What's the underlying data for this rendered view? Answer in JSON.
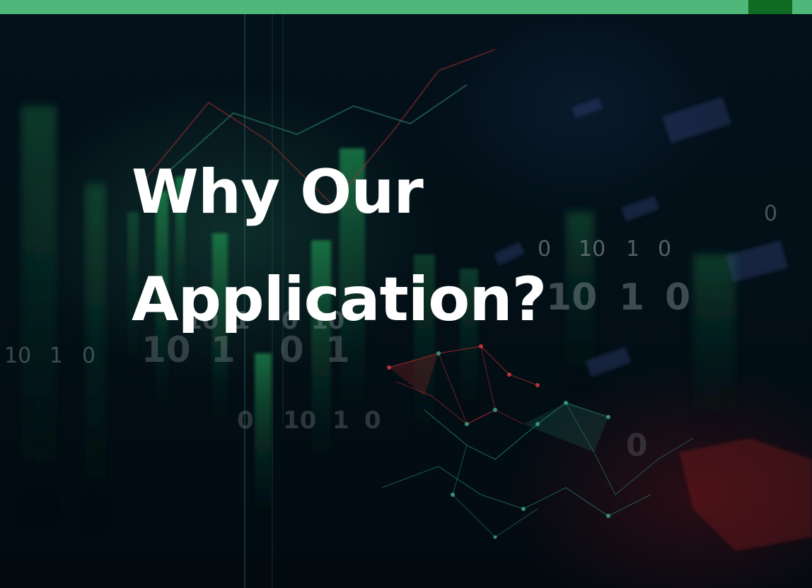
{
  "hero": {
    "title_line_1": "Why Our",
    "title_line_2": "Application?"
  },
  "background_digits": [
    "10",
    "1",
    "0",
    "10",
    "1",
    "0",
    "0",
    "10",
    "1",
    "0",
    "10",
    "1",
    "0",
    "0",
    "10",
    "1",
    "0",
    "0",
    "10",
    "1",
    "0",
    "10",
    "1",
    "0"
  ],
  "colors": {
    "top_bar": "#4db87a",
    "top_bar_accent": "#0f6a22",
    "background": "#030a12",
    "title": "#ffffff"
  }
}
